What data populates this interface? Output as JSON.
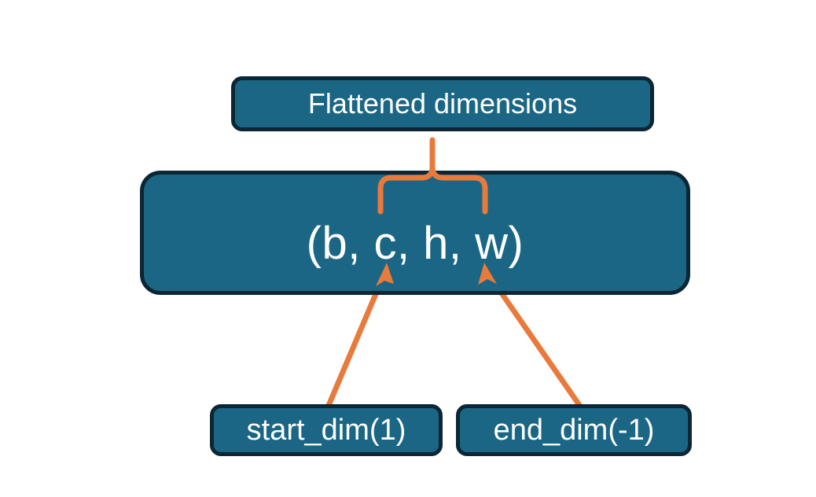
{
  "diagram": {
    "title_node": {
      "label": "Flattened dimensions",
      "name": "flattened-dimensions-box"
    },
    "shape_node": {
      "label": "(b, c, h, w)",
      "name": "tensor-shape-box",
      "dims": [
        "b",
        "c",
        "h",
        "w"
      ]
    },
    "start_node": {
      "label": "start_dim(1)",
      "name": "start-dim-box",
      "value": 1
    },
    "end_node": {
      "label": "end_dim(-1)",
      "name": "end-dim-box",
      "value": -1
    },
    "connectors": {
      "brace": {
        "name": "curly-brace-connector",
        "spans_dims": [
          "c",
          "h",
          "w"
        ],
        "points_to": "Flattened dimensions"
      },
      "start_arrow": {
        "name": "start-dim-arrow",
        "from": "start_dim(1)",
        "to": "c"
      },
      "end_arrow": {
        "name": "end-dim-arrow",
        "from": "end_dim(-1)",
        "to": "w"
      }
    },
    "colors": {
      "box_fill": "#1a6684",
      "box_border": "#0c2635",
      "connector": "#e87a3c",
      "text": "#ffffff",
      "background": "#ffffff"
    }
  }
}
